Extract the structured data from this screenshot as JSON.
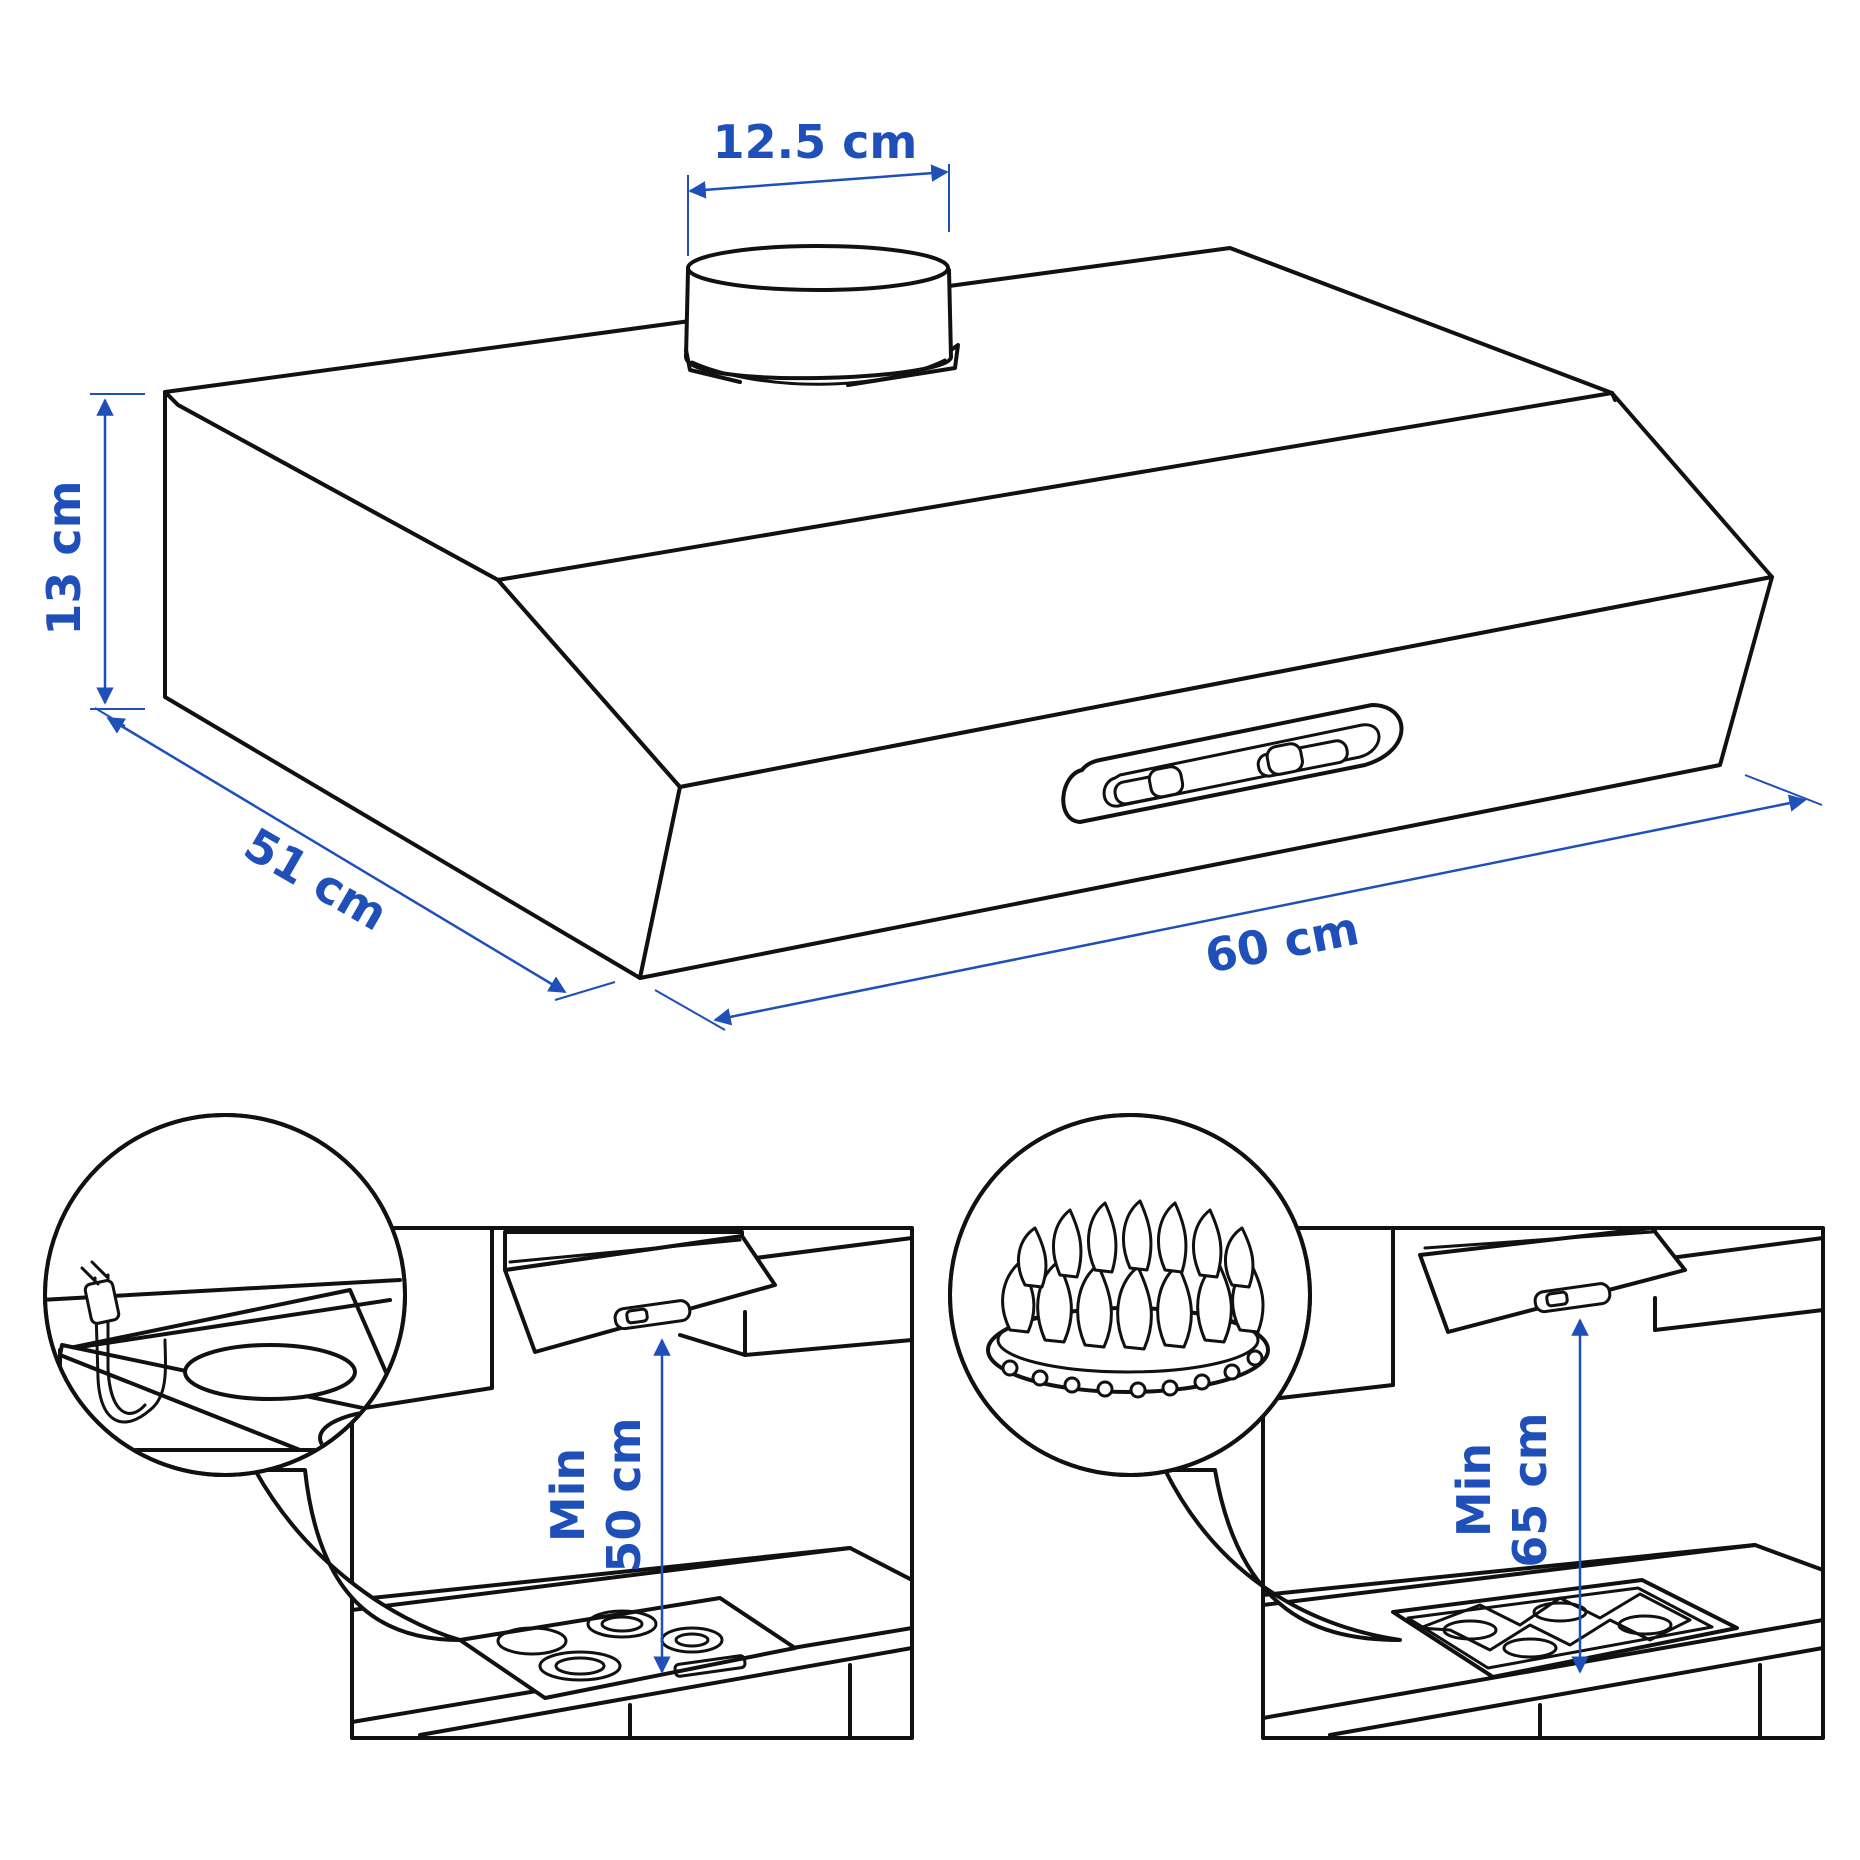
{
  "colors": {
    "dimension": "#1f4fb8",
    "ink": "#111111",
    "background": "#ffffff"
  },
  "dimensions": {
    "duct_diameter": "12.5 cm",
    "height": "13 cm",
    "depth": "51 cm",
    "width": "60 cm"
  },
  "clearances": {
    "electric": {
      "line1": "Min",
      "line2": "50 cm"
    },
    "gas": {
      "line1": "Min",
      "line2": "65 cm"
    }
  },
  "icons": [
    "power-plug-icon",
    "electric-hob-icon",
    "gas-burner-flame-icon"
  ]
}
